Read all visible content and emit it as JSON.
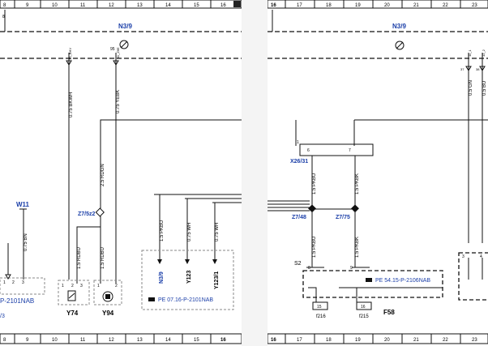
{
  "left_sheet": {
    "column_numbers_top": [
      "8",
      "9",
      "10",
      "11",
      "12",
      "13",
      "14",
      "15",
      "16"
    ],
    "column_numbers_bottom": [
      "8",
      "9",
      "10",
      "11",
      "12",
      "13",
      "14",
      "15",
      "16"
    ],
    "control_unit": "N3/9",
    "pin_labels": [
      "10_RHV",
      "95",
      "11_Z6E"
    ],
    "wires": [
      "0.75 BKWH",
      "0.75 YEBK",
      "2.5 RDGN",
      "0.75 BN",
      "1.5 RDBU",
      "1.5 RDBU",
      "1.5 PKBU",
      "0.75 WH",
      "0.75 WH"
    ],
    "splices": [
      "W11",
      "Z7/5z2"
    ],
    "components": [
      "Y74",
      "Y94"
    ],
    "connector_ref": "P-2101NAB",
    "partial_ref": "/3",
    "pe_ref": "PE 07.16-P-2101NAB",
    "output_labels": [
      "N3/9",
      "Y123",
      "Y123/1"
    ],
    "pin_numbers": {
      "y74": [
        "1",
        "2",
        "3"
      ],
      "y94": [
        "1",
        "2"
      ],
      "left_conn": [
        "1",
        "2",
        "3"
      ]
    }
  },
  "right_sheet": {
    "column_numbers_top": [
      "16",
      "17",
      "18",
      "19",
      "20",
      "21",
      "22",
      "23"
    ],
    "column_numbers_bottom": [
      "16",
      "17",
      "18",
      "19",
      "20",
      "21",
      "22",
      "23"
    ],
    "control_unit": "N3/9",
    "pin_labels": [
      "11_1",
      "12_2"
    ],
    "pins_right": [
      "37",
      "38"
    ],
    "wires": [
      "0.5 GN",
      "0.5 BU",
      "1.5 PKBU",
      "1.5 PKBK",
      "1.5 PKBU",
      "1.5 PKBK"
    ],
    "connector": "X26/31",
    "connector_pins": [
      "6",
      "7"
    ],
    "splices": [
      "Z7/48",
      "Z7/75"
    ],
    "switch": "S2",
    "switch_pins": [
      "8",
      "9"
    ],
    "pe_ref": "PE 54.15-P-2106NAB",
    "fuses": [
      "15",
      "16"
    ],
    "fuse_labels": [
      "f216",
      "f215"
    ],
    "fuse_block": "F58",
    "partial_pins": [
      "3",
      "4"
    ]
  },
  "colors": {
    "ink": "#111111",
    "accent_blue": "#1a3ea8",
    "dash_grey": "#888888"
  }
}
